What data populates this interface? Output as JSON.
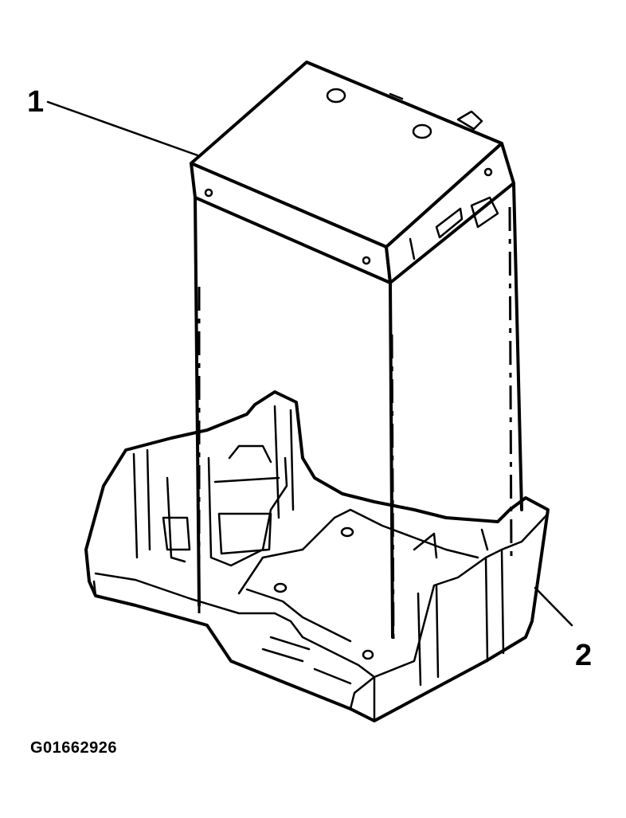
{
  "callouts": {
    "item_1": "1",
    "item_2": "2"
  },
  "figure_id": "G01662926"
}
